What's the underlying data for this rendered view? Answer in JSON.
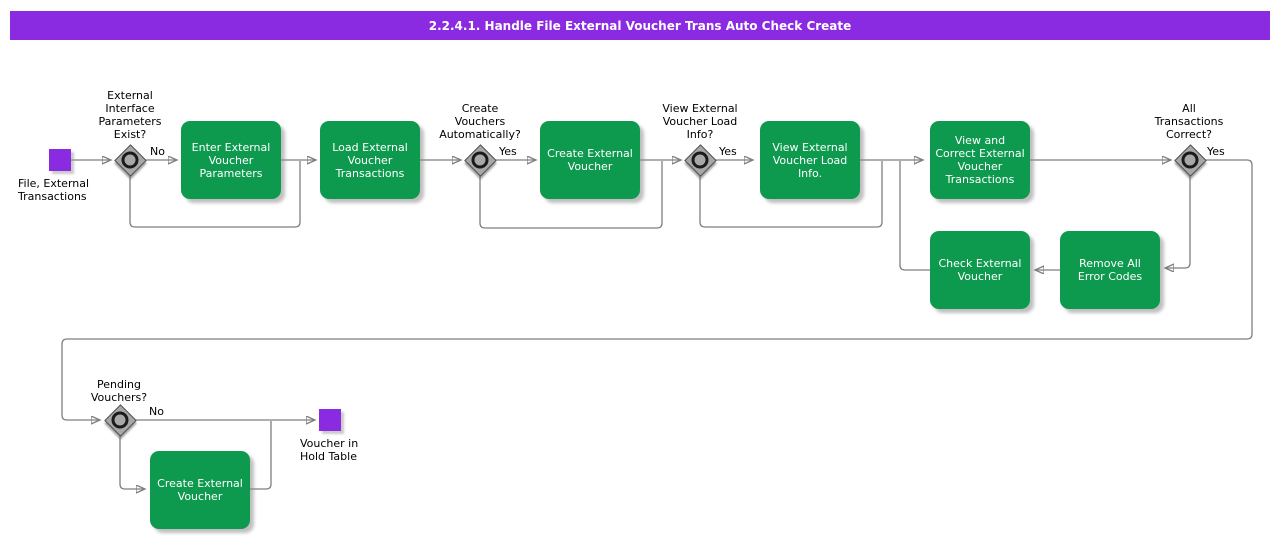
{
  "title": "2.2.4.1. Handle File External Voucher Trans Auto Check Create",
  "colors": {
    "accent_purple": "#8A2BE2",
    "task_green": "#0E9A4E",
    "line_gray": "#7F7F7F",
    "diamond_gray": "#A8A8A8"
  },
  "nodes": {
    "start": {
      "label": "File, External\nTransactions"
    },
    "d1": {
      "question": "External\nInterface\nParameters\nExist?",
      "edge_label": "No"
    },
    "task1": {
      "label": "Enter External\nVoucher\nParameters"
    },
    "task2": {
      "label": "Load External\nVoucher\nTransactions"
    },
    "d2": {
      "question": "Create\nVouchers\nAutomatically?",
      "edge_label": "Yes"
    },
    "task3": {
      "label": "Create External\nVoucher"
    },
    "d3": {
      "question": "View External\nVoucher Load\nInfo?",
      "edge_label": "Yes"
    },
    "task4": {
      "label": "View External\nVoucher Load\nInfo."
    },
    "task5": {
      "label": "View and\nCorrect External\nVoucher\nTransactions"
    },
    "d4": {
      "question": "All\nTransactions\nCorrect?",
      "edge_label": "Yes"
    },
    "task6": {
      "label": "Check External\nVoucher"
    },
    "task7": {
      "label": "Remove All\nError Codes"
    },
    "d5": {
      "question": "Pending\nVouchers?",
      "edge_label": "No"
    },
    "task8": {
      "label": "Create External\nVoucher"
    },
    "end": {
      "label": "Voucher in\nHold Table"
    }
  }
}
